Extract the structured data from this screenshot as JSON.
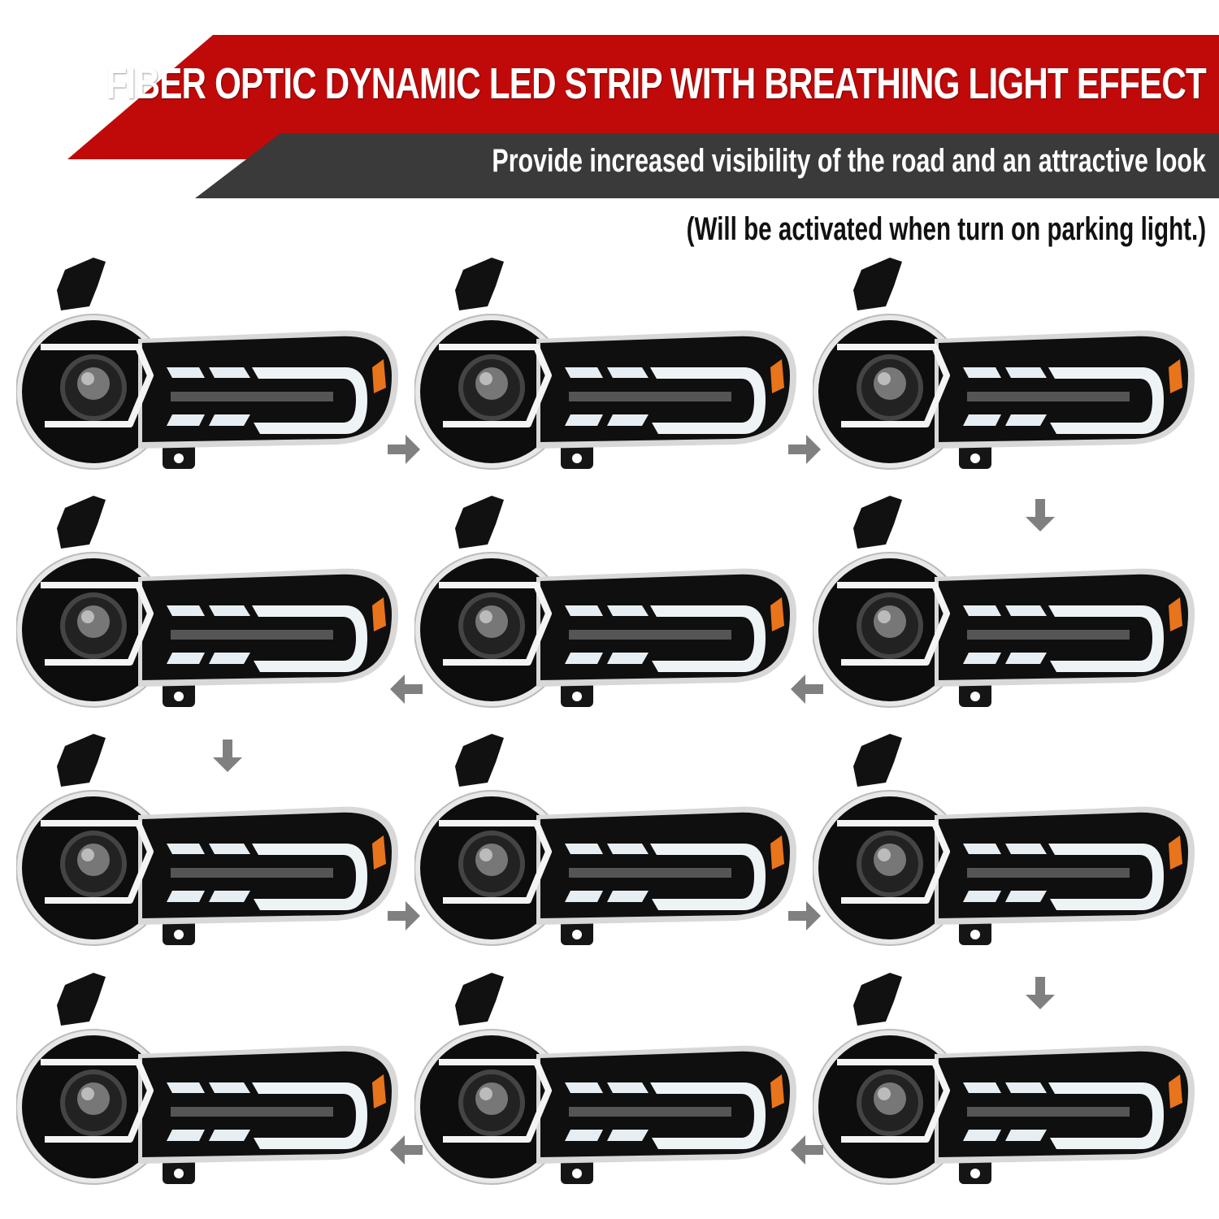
{
  "header": {
    "title": "FIBER OPTIC DYNAMIC LED STRIP WITH BREATHING LIGHT EFFECT",
    "subtitle": "Provide increased visibility of the road and an attractive look",
    "note": "(Will be activated when turn on parking light.)"
  },
  "colors": {
    "banner_red": "#c00a0a",
    "banner_dark": "#3a3a3a",
    "arrow": "#808080",
    "amber": "#e8741c"
  },
  "sequence": {
    "frames": 12,
    "arrows": [
      "right",
      "right",
      "down",
      "left",
      "left",
      "down",
      "right",
      "right",
      "down",
      "left",
      "left"
    ]
  }
}
